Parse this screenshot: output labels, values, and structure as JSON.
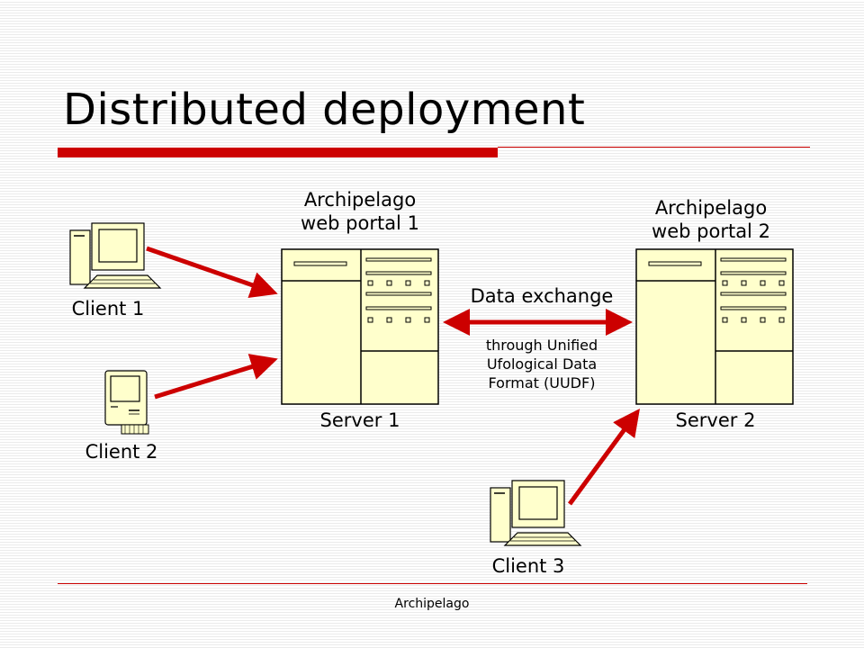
{
  "slide": {
    "title": "Distributed deployment",
    "footer": "Archipelago"
  },
  "portals": [
    {
      "line1": "Archipelago",
      "line2": "web portal 1"
    },
    {
      "line1": "Archipelago",
      "line2": "web portal 2"
    }
  ],
  "servers": [
    "Server 1",
    "Server 2"
  ],
  "clients": [
    "Client 1",
    "Client 2",
    "Client 3"
  ],
  "exchange": {
    "title": "Data exchange",
    "line1": "through Unified",
    "line2": "Ufological Data",
    "line3": "Format (UUDF)"
  },
  "colors": {
    "accent": "#cc0000",
    "server_fill": "#ffffcc",
    "outline": "#000000"
  }
}
